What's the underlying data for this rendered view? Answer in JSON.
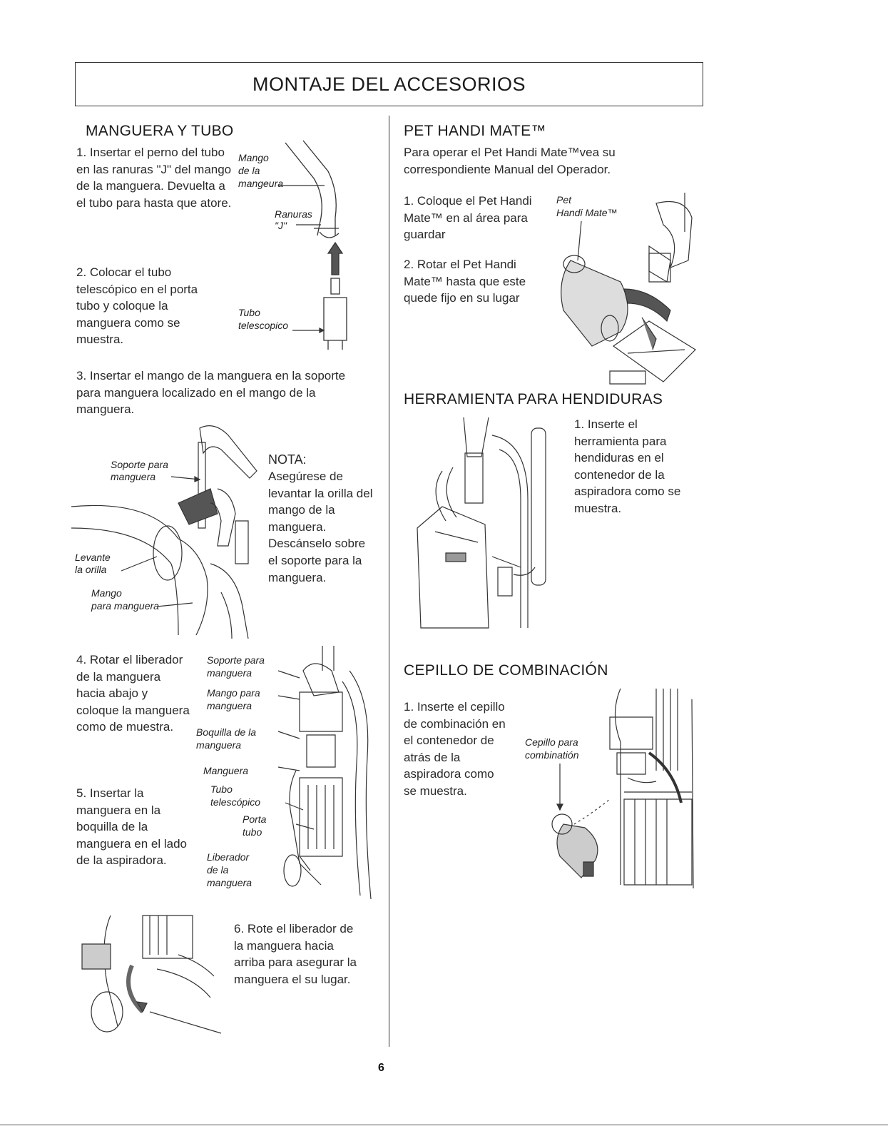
{
  "title": "MONTAJE DEL ACCESORIOS",
  "left": {
    "hose": {
      "heading": "MANGUERA Y TUBO",
      "step1": "1. Insertar el perno del tubo en las ranuras \"J\" del mango de la manguera. Devuelta a el tubo para hasta que atore.",
      "step2": "2. Colocar el tubo telescópico en el porta tubo y coloque la manguera como se muestra.",
      "labels": {
        "mango": "Mango",
        "dela": "de la",
        "mangeura": "mangeura",
        "ranuras": "Ranuras",
        "j": "\"J\"",
        "tubo": "Tubo",
        "telescopico": "telescopico"
      }
    },
    "step3": "3. Insertar el mango de la manguera en la soporte para manguera localizado en el mango de la manguera.",
    "fig3": {
      "soporte": "Soporte para",
      "manguera": "manguera",
      "levante": "Levante",
      "laorilla": "la orilla",
      "mango": "Mango",
      "paramanguera": "para manguera"
    },
    "nota": {
      "heading": "NOTA:",
      "body": "Asegúrese de levantar la orilla del mango de la manguera. Descánselo sobre el soporte para la manguera."
    },
    "step4": "4. Rotar el liberador de la manguera hacia abajo y coloque la manguera como de muestra.",
    "step5": "5. Insertar la manguera en la boquilla de la manguera en el lado de la aspiradora.",
    "fig45": {
      "soporte": "Soporte para",
      "soporte2": "manguera",
      "mango": "Mango para",
      "mango2": "manguera",
      "boquilla": "Boquilla de la",
      "boquilla2": "manguera",
      "manguera": "Manguera",
      "tubo": "Tubo",
      "tubo2": "telescópico",
      "porta": "Porta",
      "porta2": "tubo",
      "liberador": "Liberador",
      "liberador2": "de la",
      "liberador3": "manguera"
    },
    "step6": "6. Rote el liberador de la manguera hacia arriba para asegurar la manguera el su lugar."
  },
  "right": {
    "pet": {
      "heading": "PET HANDI MATE™",
      "intro": "Para operar el Pet Handi Mate™vea su correspondiente Manual del Operador.",
      "step1": "1. Coloque el Pet Handi Mate™ en al área para guardar",
      "step2": "2. Rotar el Pet Handi Mate™ hasta que este quede fijo en su lugar",
      "label1": "Pet",
      "label2": "Handi Mate™"
    },
    "crevice": {
      "heading": "HERRAMIENTA PARA HENDIDURAS",
      "step1": "1. Inserte el herramienta para hendiduras en el contenedor de la aspiradora como se muestra."
    },
    "combo": {
      "heading": "CEPILLO DE COMBINACIÓN",
      "step1": "1. Inserte el cepillo de combinación en el contenedor de atrás de la aspiradora como se muestra.",
      "label1": "Cepillo para",
      "label2": "combinatión"
    }
  },
  "page_number": "6"
}
